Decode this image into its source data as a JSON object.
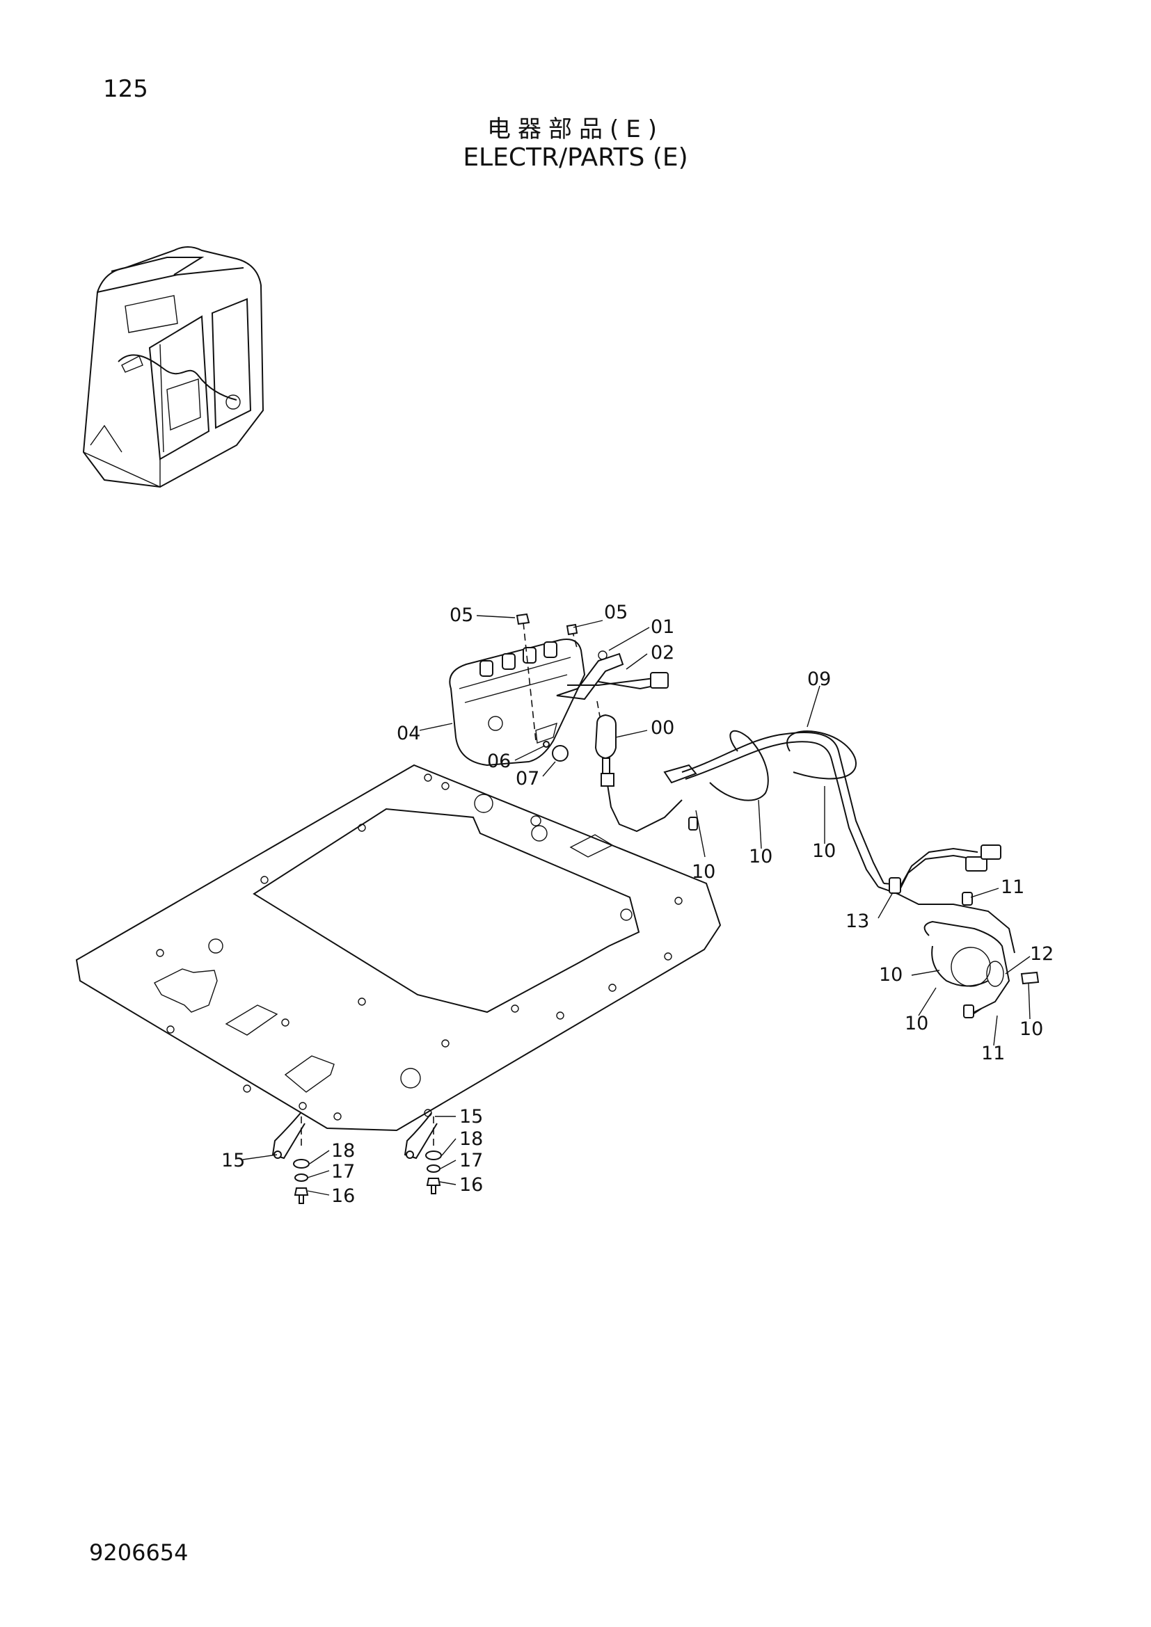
{
  "page_number": "125",
  "title_cn": "电器部品(E)",
  "title_en": "ELECTR/PARTS (E)",
  "drawing_number": "9206654",
  "callouts": [
    "05",
    "05",
    "01",
    "02",
    "09",
    "04",
    "00",
    "06",
    "07",
    "10",
    "10",
    "10",
    "11",
    "13",
    "12",
    "10",
    "10",
    "10",
    "11",
    "15",
    "15",
    "18",
    "17",
    "16",
    "18",
    "17",
    "16"
  ]
}
